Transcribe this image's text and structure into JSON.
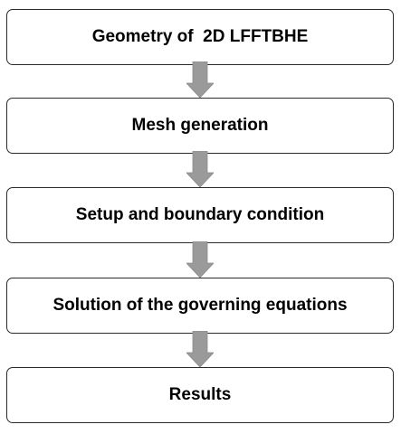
{
  "flowchart": {
    "steps": [
      {
        "label": "Geometry of  2D LFFTBHE"
      },
      {
        "label": "Mesh generation"
      },
      {
        "label": "Setup and boundary condition"
      },
      {
        "label": "Solution of the governing equations"
      },
      {
        "label": "Results"
      }
    ],
    "colors": {
      "box_border": "#2a2a2a",
      "box_fill": "#ffffff",
      "text": "#000000",
      "arrow_fill": "#9a9a9a"
    },
    "icons": {
      "connector": "down-arrow-icon"
    }
  }
}
